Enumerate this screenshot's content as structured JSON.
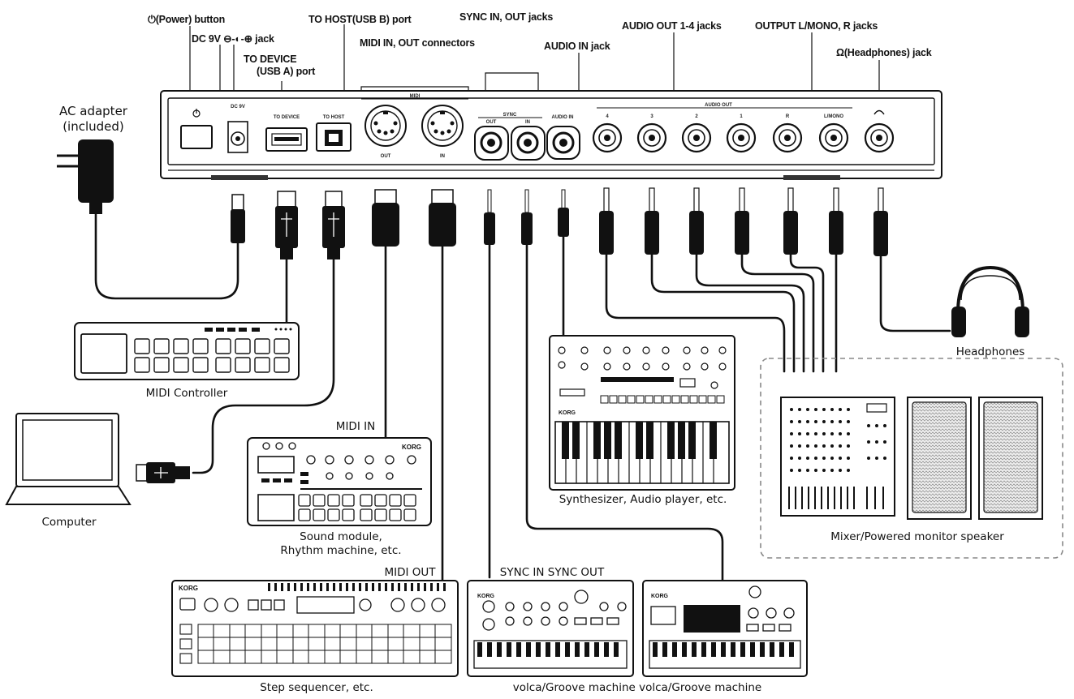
{
  "callouts": {
    "power": "⏻(Power) button",
    "dc": "DC 9V ⊖-◐-⊕ jack",
    "to_device_1": "TO DEVICE",
    "to_device_2": "(USB A) port",
    "to_host": "TO HOST(USB B) port",
    "midi": "MIDI IN, OUT connectors",
    "sync": "SYNC IN, OUT jacks",
    "audio_in": "AUDIO IN jack",
    "audio_out": "AUDIO OUT 1-4 jacks",
    "output": "OUTPUT  L/MONO, R jacks",
    "headphones_jack": "Ω(Headphones) jack"
  },
  "panel": {
    "dc": "DC 9V",
    "to_device": "TO DEVICE",
    "to_host": "TO HOST",
    "midi": "MIDI",
    "out": "OUT",
    "in": "IN",
    "sync": "SYNC",
    "audio_in": "AUDIO IN",
    "audio_out": "AUDIO OUT",
    "jack4": "4",
    "jack3": "3",
    "jack2": "2",
    "jack1": "1",
    "r": "R",
    "lmono": "L/MONO"
  },
  "devices": {
    "ac_adapter_1": "AC adapter",
    "ac_adapter_2": "(included)",
    "midi_controller": "MIDI Controller",
    "computer": "Computer",
    "midi_in": "MIDI IN",
    "sound_module_1": "Sound module,",
    "sound_module_2": "Rhythm machine, etc.",
    "synthesizer": "Synthesizer, Audio player, etc.",
    "headphones": "Headphones",
    "mixer": "Mixer/Powered monitor speaker",
    "midi_out": "MIDI OUT",
    "sync_in_out": "SYNC IN SYNC OUT",
    "step_sequencer": "Step sequencer, etc.",
    "volca": "volca/Groove machine volca/Groove machine"
  }
}
